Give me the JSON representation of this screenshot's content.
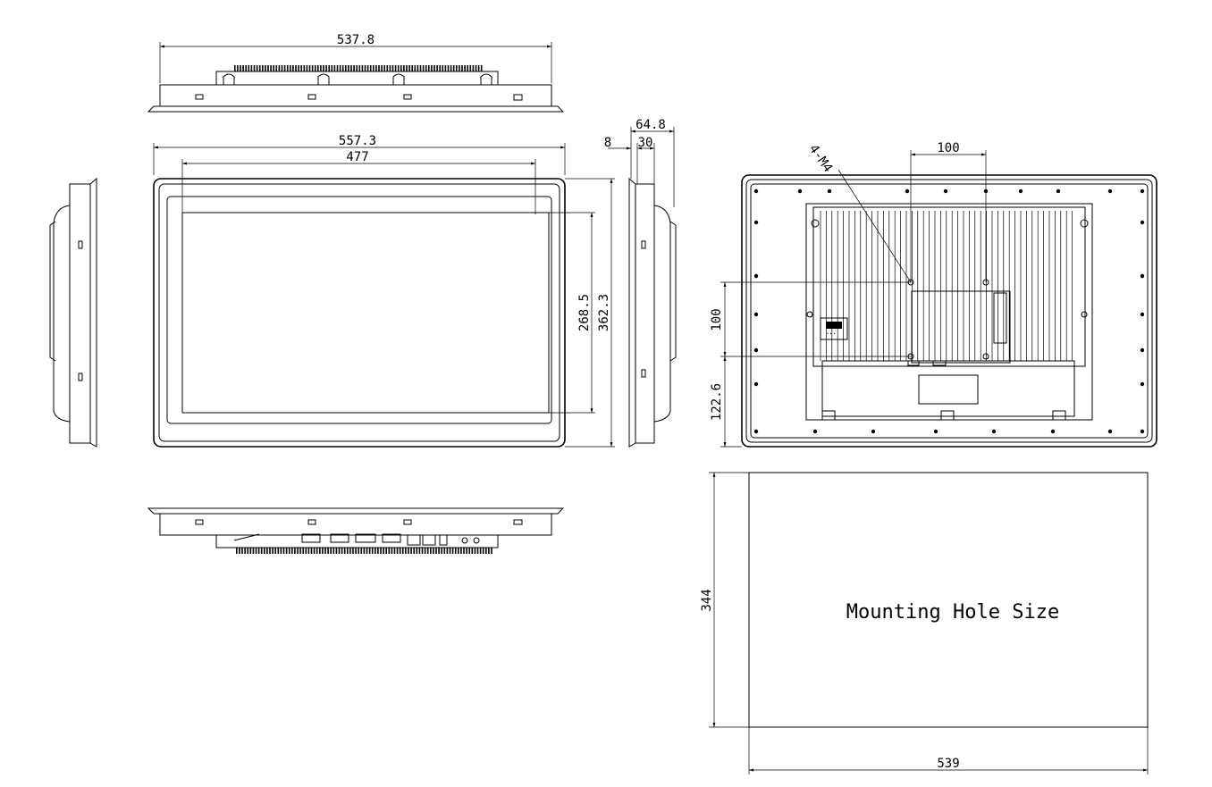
{
  "dimensions": {
    "top_width": "537.8",
    "front_width": "557.3",
    "screen_width": "477",
    "screen_height": "268.5",
    "front_height": "362.3",
    "side_depth": "64.8",
    "side_bezel": "8",
    "side_body": "30",
    "vesa_horizontal": "100",
    "vesa_vertical": "100",
    "vesa_hole_spec": "4-M4",
    "vesa_bottom_offset": "122.6",
    "cutout_height": "344",
    "cutout_width": "539"
  },
  "labels": {
    "mounting_hole_size": "Mounting Hole Size"
  }
}
